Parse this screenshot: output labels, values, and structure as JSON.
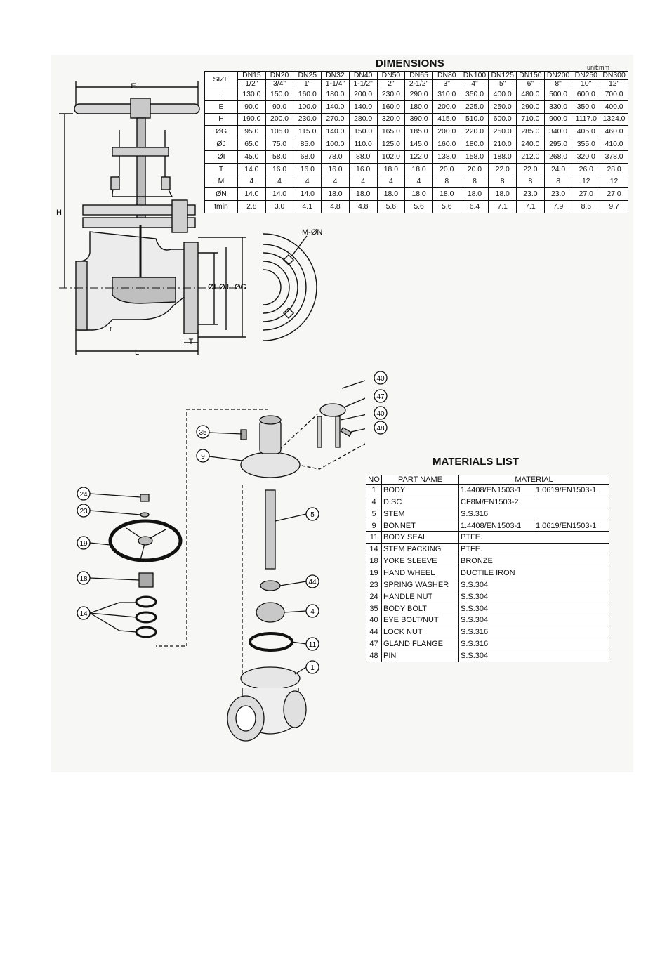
{
  "dimensions": {
    "title": "DIMENSIONS",
    "unit": "unit:mm",
    "size_label": "SIZE",
    "dn": [
      "DN15",
      "DN20",
      "DN25",
      "DN32",
      "DN40",
      "DN50",
      "DN65",
      "DN80",
      "DN100",
      "DN125",
      "DN150",
      "DN200",
      "DN250",
      "DN300"
    ],
    "inch": [
      "1/2\"",
      "3/4\"",
      "1\"",
      "1-1/4\"",
      "1-1/2\"",
      "2\"",
      "2-1/2\"",
      "3\"",
      "4\"",
      "5\"",
      "6\"",
      "8\"",
      "10\"",
      "12\""
    ],
    "rows": [
      {
        "label": "L",
        "values": [
          "130.0",
          "150.0",
          "160.0",
          "180.0",
          "200.0",
          "230.0",
          "290.0",
          "310.0",
          "350.0",
          "400.0",
          "480.0",
          "500.0",
          "600.0",
          "700.0"
        ]
      },
      {
        "label": "E",
        "values": [
          "90.0",
          "90.0",
          "100.0",
          "140.0",
          "140.0",
          "160.0",
          "180.0",
          "200.0",
          "225.0",
          "250.0",
          "290.0",
          "330.0",
          "350.0",
          "400.0"
        ]
      },
      {
        "label": "H",
        "values": [
          "190.0",
          "200.0",
          "230.0",
          "270.0",
          "280.0",
          "320.0",
          "390.0",
          "415.0",
          "510.0",
          "600.0",
          "710.0",
          "900.0",
          "1117.0",
          "1324.0"
        ]
      },
      {
        "label": "ØG",
        "values": [
          "95.0",
          "105.0",
          "115.0",
          "140.0",
          "150.0",
          "165.0",
          "185.0",
          "200.0",
          "220.0",
          "250.0",
          "285.0",
          "340.0",
          "405.0",
          "460.0"
        ]
      },
      {
        "label": "ØJ",
        "values": [
          "65.0",
          "75.0",
          "85.0",
          "100.0",
          "110.0",
          "125.0",
          "145.0",
          "160.0",
          "180.0",
          "210.0",
          "240.0",
          "295.0",
          "355.0",
          "410.0"
        ]
      },
      {
        "label": "ØI",
        "values": [
          "45.0",
          "58.0",
          "68.0",
          "78.0",
          "88.0",
          "102.0",
          "122.0",
          "138.0",
          "158.0",
          "188.0",
          "212.0",
          "268.0",
          "320.0",
          "378.0"
        ]
      },
      {
        "label": "T",
        "values": [
          "14.0",
          "16.0",
          "16.0",
          "16.0",
          "16.0",
          "18.0",
          "18.0",
          "20.0",
          "20.0",
          "22.0",
          "22.0",
          "24.0",
          "26.0",
          "28.0"
        ]
      },
      {
        "label": "M",
        "values": [
          "4",
          "4",
          "4",
          "4",
          "4",
          "4",
          "4",
          "8",
          "8",
          "8",
          "8",
          "8",
          "12",
          "12"
        ]
      },
      {
        "label": "ØN",
        "values": [
          "14.0",
          "14.0",
          "14.0",
          "18.0",
          "18.0",
          "18.0",
          "18.0",
          "18.0",
          "18.0",
          "18.0",
          "23.0",
          "23.0",
          "27.0",
          "27.0"
        ]
      },
      {
        "label": "tmin",
        "values": [
          "2.8",
          "3.0",
          "4.1",
          "4.8",
          "4.8",
          "5.6",
          "5.6",
          "5.6",
          "6.4",
          "7.1",
          "7.1",
          "7.9",
          "8.6",
          "9.7"
        ]
      }
    ]
  },
  "drawing_labels": {
    "e": "E",
    "h": "H",
    "l": "L",
    "t": "T",
    "t_small": "t",
    "oi": "ØI",
    "oj": "ØJ",
    "og": "ØG",
    "mn": "M-ØN"
  },
  "materials": {
    "title": "MATERIALS LIST",
    "headers": [
      "NO",
      "PART NAME",
      "MATERIAL"
    ],
    "rows": [
      {
        "no": "1",
        "name": "BODY",
        "mat1": "1.4408/EN1503-1",
        "mat2": "1.0619/EN1503-1"
      },
      {
        "no": "4",
        "name": "DISC",
        "mat1": "CF8M/EN1503-2",
        "mat2": ""
      },
      {
        "no": "5",
        "name": "STEM",
        "mat1": "S.S.316",
        "mat2": ""
      },
      {
        "no": "9",
        "name": "BONNET",
        "mat1": "1.4408/EN1503-1",
        "mat2": "1.0619/EN1503-1"
      },
      {
        "no": "11",
        "name": "BODY SEAL",
        "mat1": "PTFE.",
        "mat2": ""
      },
      {
        "no": "14",
        "name": "STEM PACKING",
        "mat1": "PTFE.",
        "mat2": ""
      },
      {
        "no": "18",
        "name": "YOKE SLEEVE",
        "mat1": "BRONZE",
        "mat2": ""
      },
      {
        "no": "19",
        "name": "HAND WHEEL",
        "mat1": "DUCTILE IRON",
        "mat2": ""
      },
      {
        "no": "23",
        "name": "SPRING WASHER",
        "mat1": "S.S.304",
        "mat2": ""
      },
      {
        "no": "24",
        "name": "HANDLE NUT",
        "mat1": "S.S.304",
        "mat2": ""
      },
      {
        "no": "35",
        "name": "BODY BOLT",
        "mat1": "S.S.304",
        "mat2": ""
      },
      {
        "no": "40",
        "name": "EYE BOLT/NUT",
        "mat1": "S.S.304",
        "mat2": ""
      },
      {
        "no": "44",
        "name": "LOCK NUT",
        "mat1": "S.S.316",
        "mat2": ""
      },
      {
        "no": "47",
        "name": "GLAND FLANGE",
        "mat1": "S.S.316",
        "mat2": ""
      },
      {
        "no": "48",
        "name": "PIN",
        "mat1": "S.S.304",
        "mat2": ""
      }
    ]
  },
  "callouts": {
    "c40a": "40",
    "c47": "47",
    "c40b": "40",
    "c48": "48",
    "c35": "35",
    "c9": "9",
    "c24": "24",
    "c23": "23",
    "c19": "19",
    "c18": "18",
    "c14": "14",
    "c5": "5",
    "c44": "44",
    "c4": "4",
    "c11": "11",
    "c1": "1"
  }
}
